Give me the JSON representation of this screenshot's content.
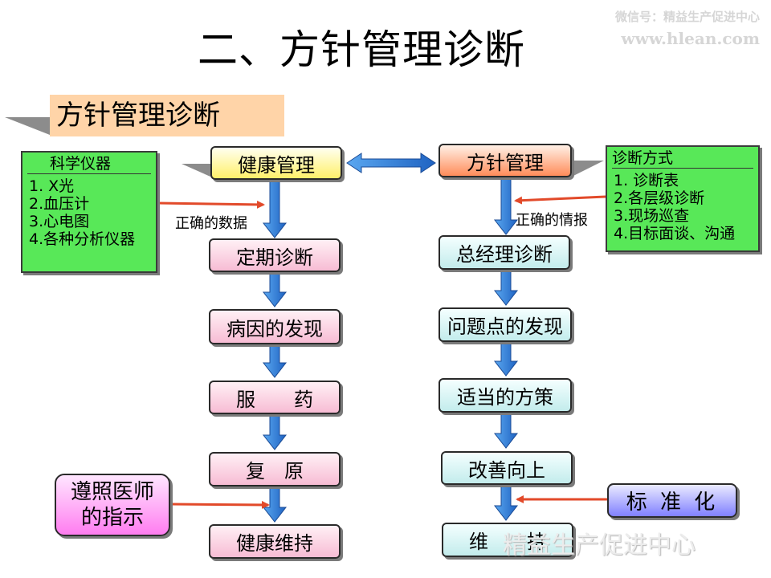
{
  "title": "二、方针管理诊断",
  "subtitle": "方针管理诊断",
  "watermark": {
    "line1": "微信号：精益生产促进中心",
    "line2": "www.hlean.com",
    "footer": "精益生产促进中心"
  },
  "left_column": {
    "header": "健康管理",
    "steps": [
      "定期诊断",
      "病因的发现",
      "服　　药",
      "复　原",
      "健康维持"
    ]
  },
  "right_column": {
    "header": "方针管理",
    "steps": [
      "总经理诊断",
      "问题点的发现",
      "适当的方策",
      "改善向上",
      "维　　持"
    ]
  },
  "left_info_box": {
    "title": "科学仪器",
    "items": [
      "1. X光",
      "2.血压计",
      "3.心电图",
      "4.各种分析仪器"
    ]
  },
  "right_info_box": {
    "title": "诊断方式",
    "items": [
      "1. 诊断表",
      "2.各层级诊断",
      "3.现场巡查",
      "4.目标面谈、沟通"
    ]
  },
  "edge_labels": {
    "left": "正确的数据",
    "right": "正确的情报"
  },
  "side_nodes": {
    "doctor": "遵照医师\n的指示",
    "standardize": "标 准 化"
  },
  "colors": {
    "pink_node": "#f7bcd4",
    "cyan_node": "#c3ecec",
    "header_left": "#fff06a",
    "header_right": "#ff8c5a",
    "info_box": "#58e858",
    "doctor_node": "#ff7df0",
    "standardize_node": "#8080ff",
    "flow_arrow": "#2b7fd8",
    "pointer_arrow": "#e24a2a",
    "subtitle_bg": "#ffd4a8"
  }
}
